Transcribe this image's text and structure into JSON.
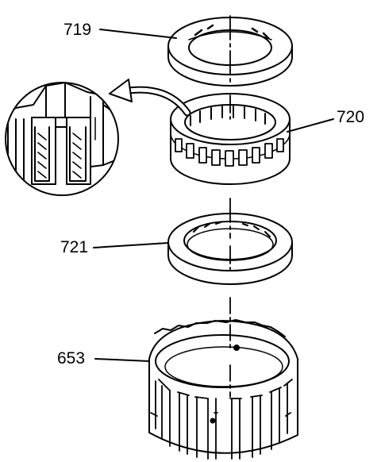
{
  "labels": {
    "thrust_washer": "719",
    "bearing": "720",
    "race": "721",
    "housing": "653"
  },
  "colors": {
    "ink": "#000000",
    "paper": "#ffffff"
  }
}
